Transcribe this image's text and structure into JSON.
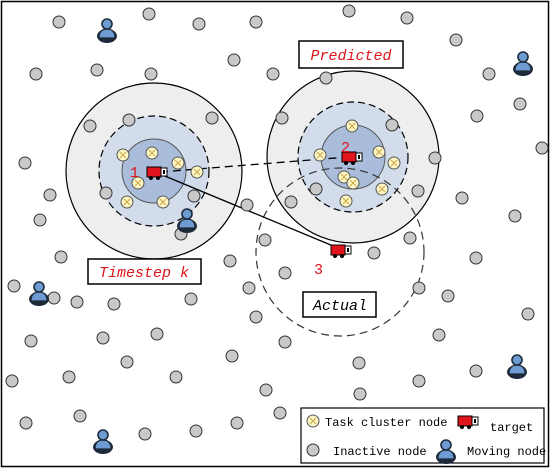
{
  "labels": {
    "predicted": "Predicted",
    "timestep": "Timestep k",
    "actual": "Actual",
    "pos1": "1",
    "pos2": "2",
    "pos3": "3"
  },
  "legend": {
    "task_cluster": "Task cluster node",
    "target": "target",
    "inactive": "Inactive node",
    "moving": "Moving node"
  },
  "colors": {
    "inactive_fill": "#c9c9c9",
    "cluster_fill": "#fff6c8",
    "inner_zone": "#a9bddb",
    "mid_zone": "#d2dceb",
    "outer_zone": "#eeeeee",
    "target_red": "#e0141c",
    "moving_blue": "#6e9bd2",
    "label_red": "#e0141c"
  }
}
